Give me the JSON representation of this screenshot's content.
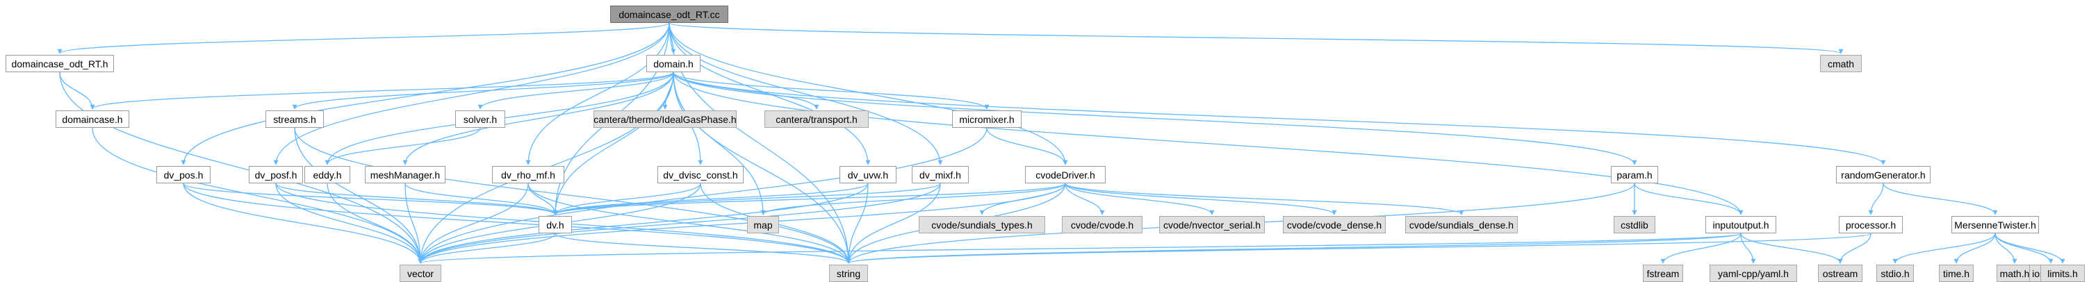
{
  "graph": {
    "edge_color": "#63b8ff",
    "nodes": {
      "root": "domaincase_odt_RT.cc",
      "domaincase_odt_rt_h": "domaincase_odt_RT.h",
      "domain_h": "domain.h",
      "cmath": "cmath",
      "domaincase_h": "domaincase.h",
      "streams_h": "streams.h",
      "solver_h": "solver.h",
      "idealgas": "cantera/thermo/IdealGasPhase.h",
      "transport": "cantera/transport.h",
      "micromixer_h": "micromixer.h",
      "dv_pos_h": "dv_pos.h",
      "dv_posf_h": "dv_posf.h",
      "eddy_h": "eddy.h",
      "meshmanager_h": "meshManager.h",
      "dv_rho_mf_h": "dv_rho_mf.h",
      "dv_dvisc_const_h": "dv_dvisc_const.h",
      "dv_uvw_h": "dv_uvw.h",
      "dv_mixf_h": "dv_mixf.h",
      "cvodedriver_h": "cvodeDriver.h",
      "param_h": "param.h",
      "randomgenerator_h": "randomGenerator.h",
      "dv_h": "dv.h",
      "map": "map",
      "sundials_types": "cvode/sundials_types.h",
      "cvode_h": "cvode/cvode.h",
      "nvector_serial": "cvode/nvector_serial.h",
      "cvode_dense": "cvode/cvode_dense.h",
      "sundials_dense": "cvode/sundials_dense.h",
      "cstdlib": "cstdlib",
      "inputoutput_h": "inputoutput.h",
      "processor_h": "processor.h",
      "mersennetwister_h": "MersenneTwister.h",
      "vector": "vector",
      "string": "string",
      "fstream": "fstream",
      "yaml": "yaml-cpp/yaml.h",
      "ostream": "ostream",
      "stdio": "stdio.h",
      "time": "time.h",
      "math": "math.h",
      "iostream": "iostream",
      "limits": "limits.h"
    }
  }
}
